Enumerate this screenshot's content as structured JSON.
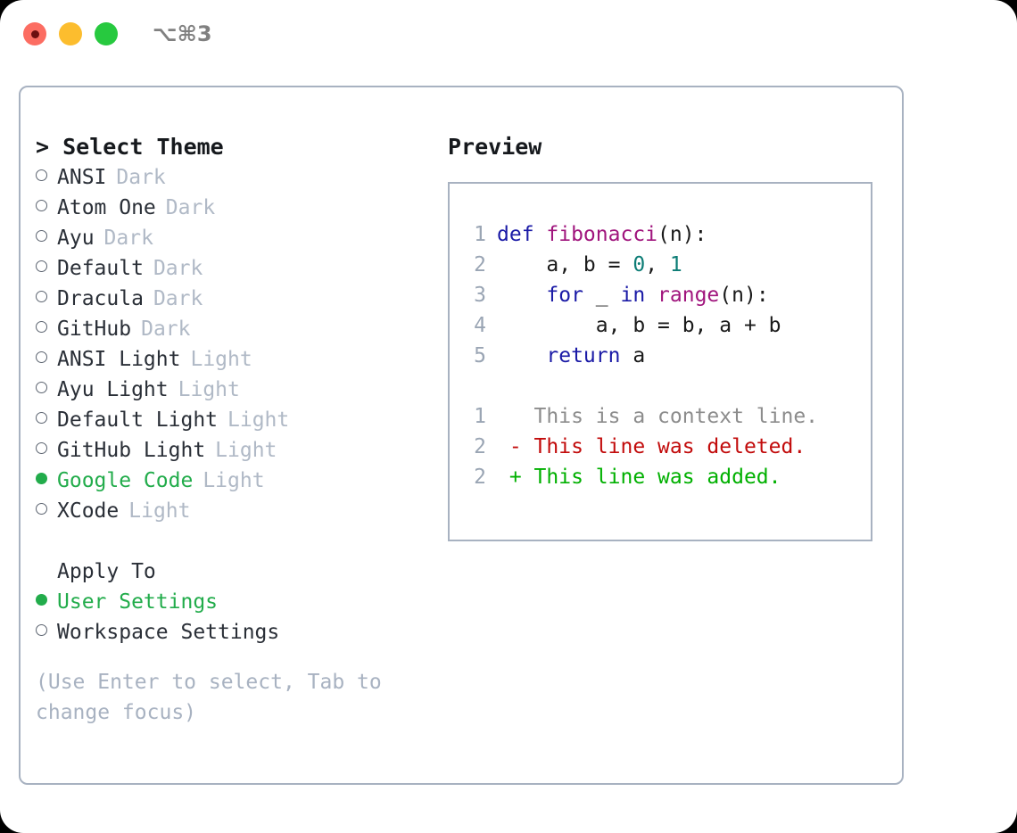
{
  "window": {
    "traffic_lights": [
      "close",
      "minimize",
      "maximize"
    ],
    "shortcut": "⌥⌘3"
  },
  "theme_selector": {
    "header": "> Select Theme",
    "options": [
      {
        "label": "ANSI",
        "category": "Dark",
        "selected": false
      },
      {
        "label": "Atom One",
        "category": "Dark",
        "selected": false
      },
      {
        "label": "Ayu",
        "category": "Dark",
        "selected": false
      },
      {
        "label": "Default",
        "category": "Dark",
        "selected": false
      },
      {
        "label": "Dracula",
        "category": "Dark",
        "selected": false
      },
      {
        "label": "GitHub",
        "category": "Dark",
        "selected": false
      },
      {
        "label": "ANSI Light",
        "category": "Light",
        "selected": false
      },
      {
        "label": "Ayu Light",
        "category": "Light",
        "selected": false
      },
      {
        "label": "Default Light",
        "category": "Light",
        "selected": false
      },
      {
        "label": "GitHub Light",
        "category": "Light",
        "selected": false
      },
      {
        "label": "Google Code",
        "category": "Light",
        "selected": true
      },
      {
        "label": "XCode",
        "category": "Light",
        "selected": false
      }
    ]
  },
  "apply_to": {
    "header": "Apply To",
    "options": [
      {
        "label": "User Settings",
        "selected": true
      },
      {
        "label": "Workspace Settings",
        "selected": false
      }
    ]
  },
  "hint": "(Use Enter to select, Tab to change focus)",
  "preview": {
    "header": "Preview",
    "code_lines": [
      {
        "lineno": "1",
        "tokens": [
          {
            "text": "def ",
            "type": "kw"
          },
          {
            "text": "fibonacci",
            "type": "fn"
          },
          {
            "text": "(n):",
            "type": "punc"
          }
        ]
      },
      {
        "lineno": "2",
        "tokens": [
          {
            "text": "    a, b = ",
            "type": "plain"
          },
          {
            "text": "0",
            "type": "num"
          },
          {
            "text": ", ",
            "type": "plain"
          },
          {
            "text": "1",
            "type": "num"
          }
        ]
      },
      {
        "lineno": "3",
        "tokens": [
          {
            "text": "    ",
            "type": "plain"
          },
          {
            "text": "for",
            "type": "kw"
          },
          {
            "text": " _ ",
            "type": "plain"
          },
          {
            "text": "in",
            "type": "kw"
          },
          {
            "text": " ",
            "type": "plain"
          },
          {
            "text": "range",
            "type": "fn"
          },
          {
            "text": "(n):",
            "type": "punc"
          }
        ]
      },
      {
        "lineno": "4",
        "tokens": [
          {
            "text": "        a, b = b, a + b",
            "type": "plain"
          }
        ]
      },
      {
        "lineno": "5",
        "tokens": [
          {
            "text": "    ",
            "type": "plain"
          },
          {
            "text": "return",
            "type": "kw"
          },
          {
            "text": " a",
            "type": "plain"
          }
        ]
      }
    ],
    "diff_lines": [
      {
        "lineno": "1",
        "marker": " ",
        "text": " This is a context line.",
        "type": "ctx"
      },
      {
        "lineno": "2",
        "marker": "-",
        "text": " This line was deleted.",
        "type": "del"
      },
      {
        "lineno": "2",
        "marker": "+",
        "text": " This line was added.",
        "type": "add"
      }
    ]
  },
  "colors": {
    "accent_green": "#22ac4b",
    "border": "#a8b2c1",
    "muted": "#b0b9c6",
    "text": "#2a2f37",
    "keyword": "#1a1aa6",
    "function": "#a0157d",
    "number": "#0d7d76",
    "diff_context": "#8c8c8c",
    "diff_deleted": "#c20b0b",
    "diff_added": "#00b000",
    "traffic_close": "#fc6d62",
    "traffic_minimize": "#fcbd2e",
    "traffic_maximize": "#27c93f"
  }
}
